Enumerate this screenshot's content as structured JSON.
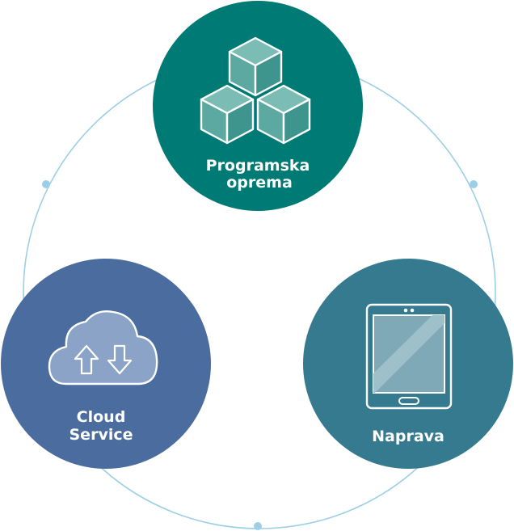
{
  "nodes": {
    "software": {
      "label_line1": "Programska",
      "label_line2": "oprema",
      "color": "#007A74",
      "icon": "cubes-icon"
    },
    "device": {
      "label": "Naprava",
      "color": "#357A8E",
      "icon": "tablet-icon"
    },
    "cloud": {
      "label_line1": "Cloud",
      "label_line2": "Service",
      "color": "#4A6C9E",
      "icon": "cloud-upload-download-icon"
    }
  },
  "ring_color": "#9CCFE6",
  "connector_dot_color": "#9CCFE6"
}
